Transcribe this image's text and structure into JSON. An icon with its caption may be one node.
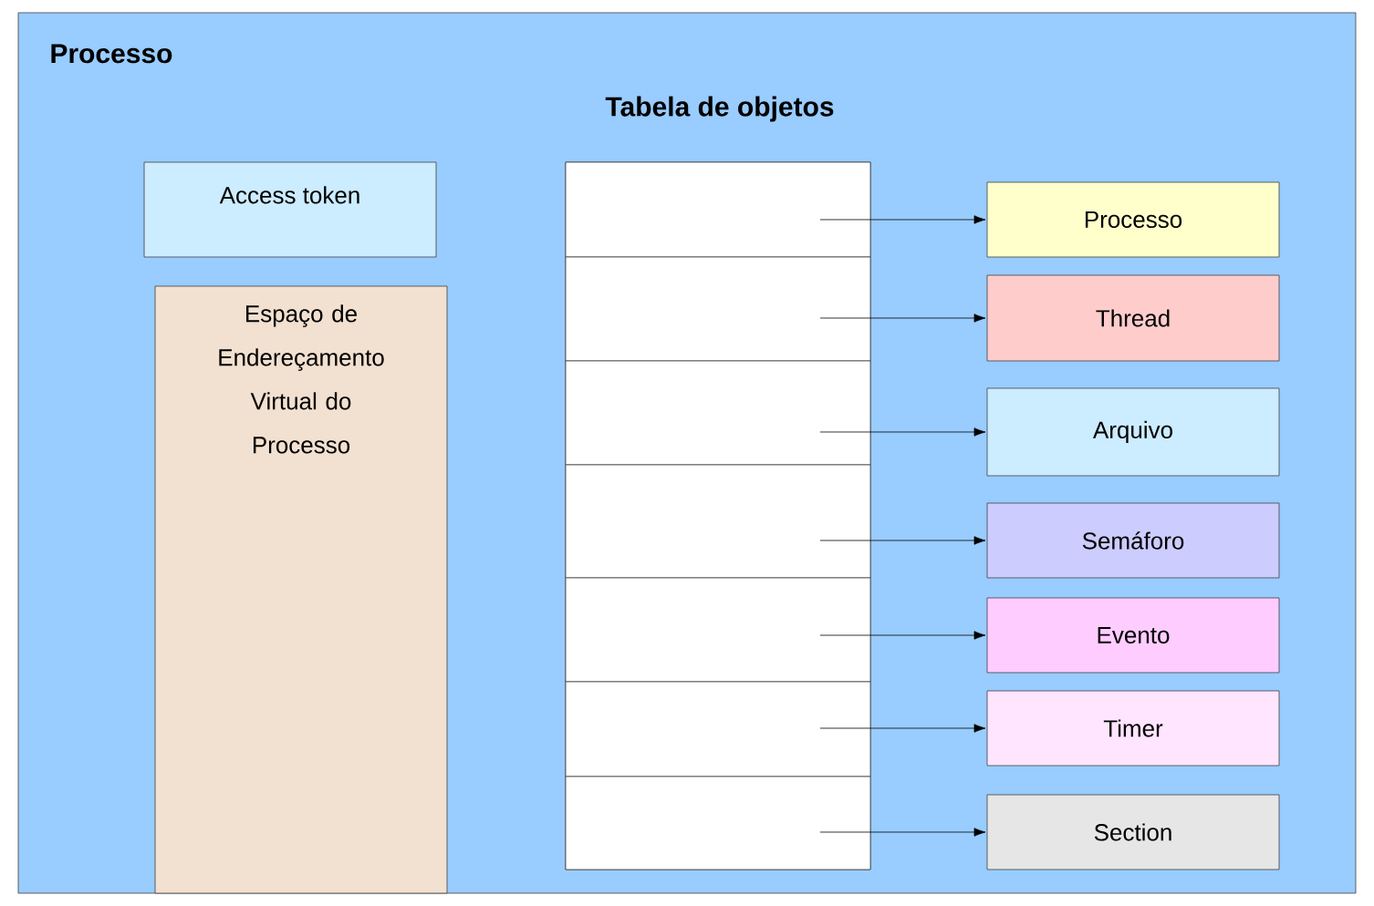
{
  "diagram": {
    "nodes": [
      {
        "text": [
          "Processo"
        ]
      },
      {
        "text": [
          "Access token"
        ],
        "in": 0
      },
      {
        "text": [
          "Espaço de Endereçamento Virtual do Processo"
        ],
        "in": 0
      },
      {
        "text": [
          "Tabela de objetos"
        ],
        "in": 0
      },
      {
        "text": [],
        "shape": "box",
        "in": 3
      },
      {
        "text": [],
        "shape": "box",
        "in": 3
      },
      {
        "text": [],
        "shape": "box",
        "in": 3
      },
      {
        "text": [],
        "shape": "box",
        "in": 3
      },
      {
        "text": [],
        "shape": "box",
        "in": 3
      },
      {
        "text": [],
        "shape": "box",
        "in": 3
      },
      {
        "text": [],
        "shape": "box",
        "in": 3
      },
      {
        "text": [
          "Processo"
        ],
        "in": 0
      },
      {
        "text": [
          "Thread"
        ],
        "in": 0
      },
      {
        "text": [
          "Arquivo"
        ],
        "in": 0
      },
      {
        "text": [
          "Semáforo"
        ],
        "in": 0
      },
      {
        "text": [
          "Evento"
        ],
        "in": 0
      },
      {
        "text": [
          "Timer"
        ],
        "in": 0
      },
      {
        "text": [
          "Section"
        ],
        "in": 0
      }
    ],
    "edges": [
      {
        "from": 4,
        "to": 11,
        "arrow": "to"
      },
      {
        "from": 5,
        "to": 12,
        "arrow": "to"
      },
      {
        "from": 6,
        "to": 13,
        "arrow": "to"
      },
      {
        "from": 7,
        "to": 14,
        "arrow": "to"
      },
      {
        "from": 8,
        "to": 15,
        "arrow": "to"
      },
      {
        "from": 9,
        "to": 16,
        "arrow": "to"
      },
      {
        "from": 10,
        "to": 17,
        "arrow": "to"
      }
    ]
  }
}
